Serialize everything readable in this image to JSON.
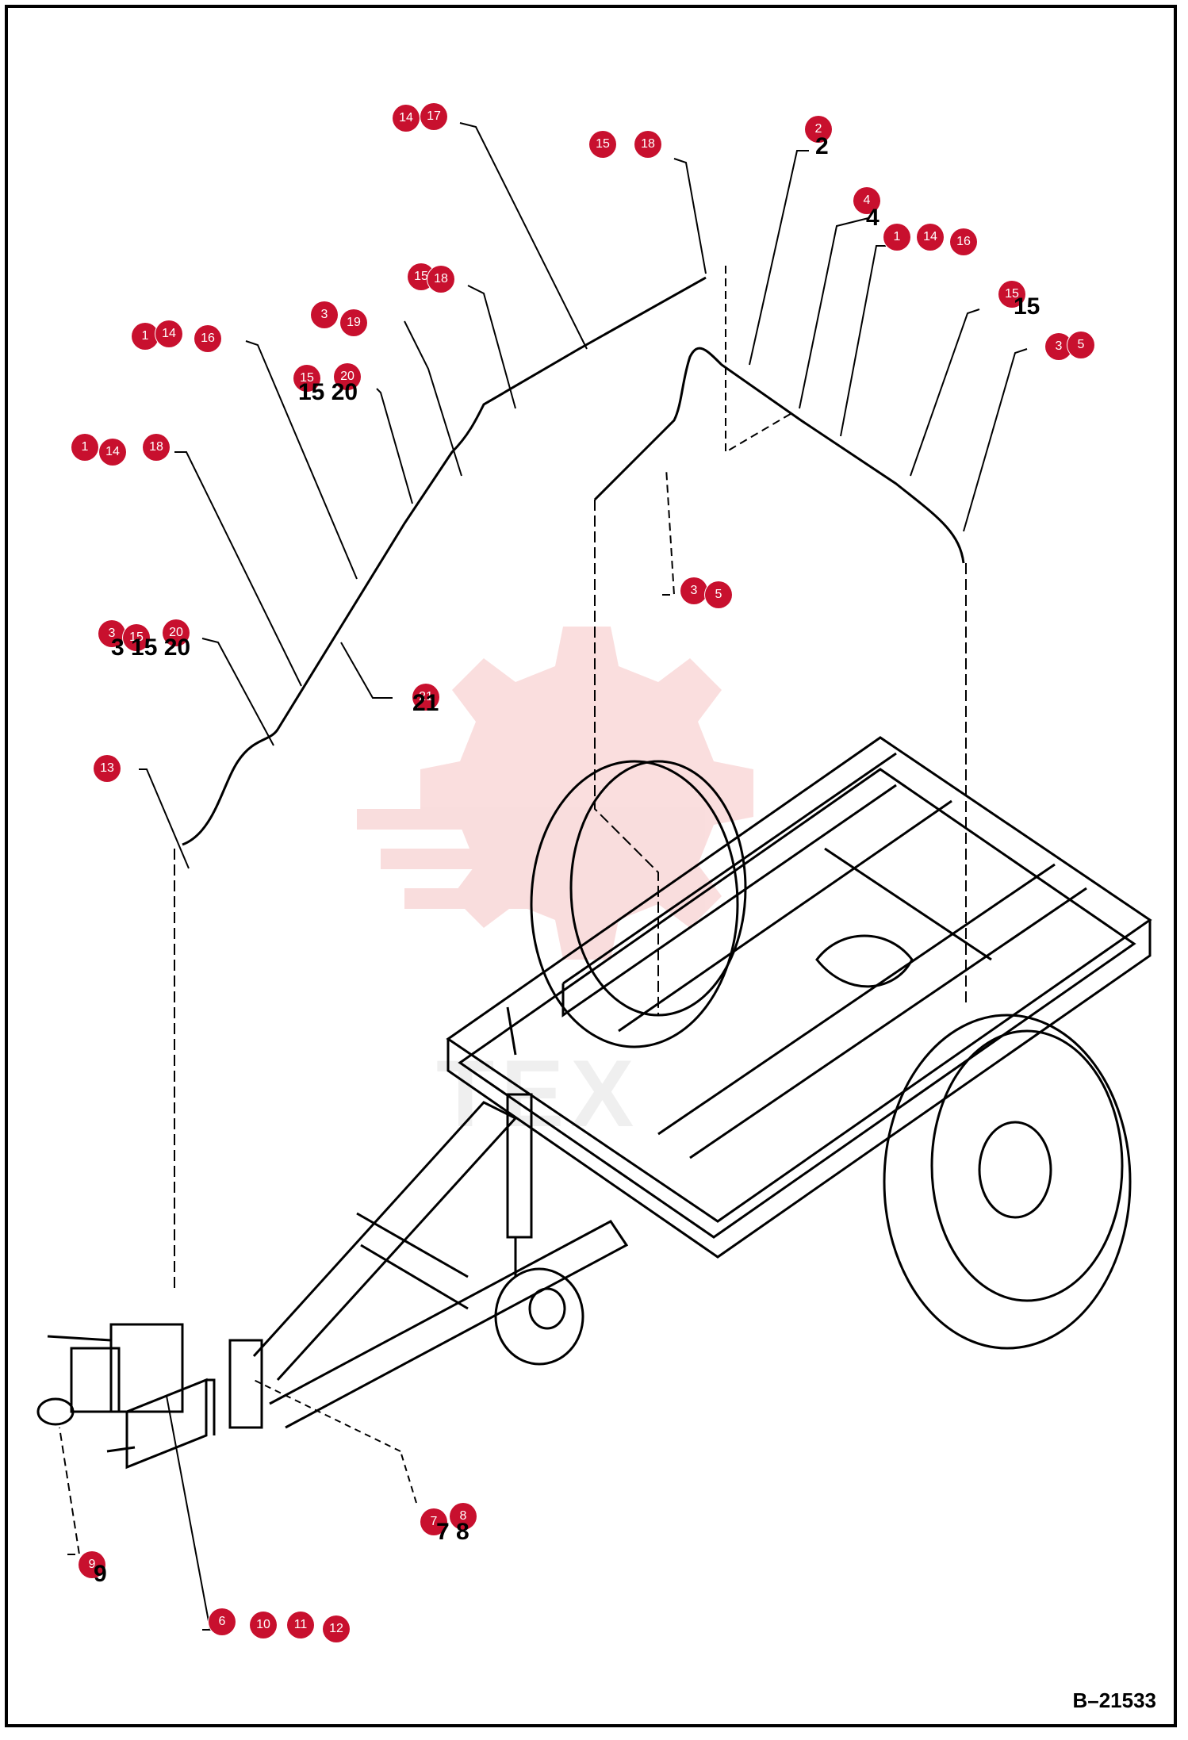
{
  "drawing_id": "B–21533",
  "watermark": "TEX",
  "callouts": [
    {
      "id": "c14a",
      "label": "14"
    },
    {
      "id": "c17",
      "label": "17"
    },
    {
      "id": "c15a",
      "label": "15"
    },
    {
      "id": "c18a",
      "label": "18"
    },
    {
      "id": "c2",
      "label": "2"
    },
    {
      "id": "c4",
      "label": "4"
    },
    {
      "id": "c1a",
      "label": "1"
    },
    {
      "id": "c14b",
      "label": "14"
    },
    {
      "id": "c16a",
      "label": "16"
    },
    {
      "id": "c15b",
      "label": "15"
    },
    {
      "id": "c18b",
      "label": "18"
    },
    {
      "id": "c15c",
      "label": "15"
    },
    {
      "id": "c3a",
      "label": "3"
    },
    {
      "id": "c19",
      "label": "19"
    },
    {
      "id": "c1b",
      "label": "1"
    },
    {
      "id": "c14c",
      "label": "14"
    },
    {
      "id": "c16b",
      "label": "16"
    },
    {
      "id": "c3b",
      "label": "3"
    },
    {
      "id": "c5a",
      "label": "5"
    },
    {
      "id": "c15d",
      "label": "15"
    },
    {
      "id": "c20a",
      "label": "20"
    },
    {
      "id": "c1c",
      "label": "1"
    },
    {
      "id": "c14d",
      "label": "14"
    },
    {
      "id": "c18c",
      "label": "18"
    },
    {
      "id": "c3c",
      "label": "3"
    },
    {
      "id": "c5b",
      "label": "5"
    },
    {
      "id": "c3d",
      "label": "3"
    },
    {
      "id": "c15e",
      "label": "15"
    },
    {
      "id": "c20b",
      "label": "20"
    },
    {
      "id": "c21",
      "label": "21"
    },
    {
      "id": "c13",
      "label": "13"
    },
    {
      "id": "c7",
      "label": "7"
    },
    {
      "id": "c8",
      "label": "8"
    },
    {
      "id": "c9",
      "label": "9"
    },
    {
      "id": "c6",
      "label": "6"
    },
    {
      "id": "c10",
      "label": "10"
    },
    {
      "id": "c11",
      "label": "11"
    },
    {
      "id": "c12",
      "label": "12"
    }
  ],
  "printed_numbers": [
    {
      "id": "n2",
      "text": "2"
    },
    {
      "id": "n4",
      "text": "4"
    },
    {
      "id": "n15",
      "text": "15"
    },
    {
      "id": "n21",
      "text": "21"
    },
    {
      "id": "n9",
      "text": "9"
    },
    {
      "id": "n7",
      "text": "7 8"
    },
    {
      "id": "n1520",
      "text": "15 20"
    },
    {
      "id": "n31520",
      "text": "3 15 20"
    }
  ]
}
